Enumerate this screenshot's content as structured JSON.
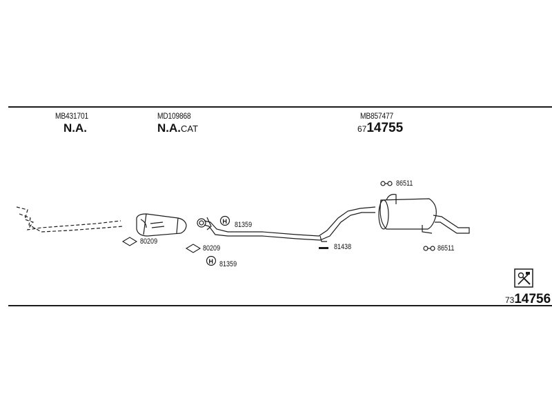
{
  "header": {
    "columns": [
      {
        "part_no": "MB431701",
        "model": "N.A.",
        "suffix": ""
      },
      {
        "part_no": "MD109868",
        "model": "N.A.",
        "suffix": "CAT"
      },
      {
        "part_no": "MB857477",
        "ref_prefix": "67",
        "ref_main": "14755"
      }
    ]
  },
  "callouts": {
    "front_gasket": "80209",
    "mid_gasket": "80209",
    "bolt_upper": "81359",
    "bolt_lower": "81359",
    "hanger_mid": "81438",
    "rubber_top": "86511",
    "rubber_bottom": "86511"
  },
  "footer": {
    "ref_prefix": "73",
    "ref_main": "14756",
    "icon": "tools-icon"
  },
  "colors": {
    "line": "#1a1a1a",
    "ink": "#111111"
  }
}
